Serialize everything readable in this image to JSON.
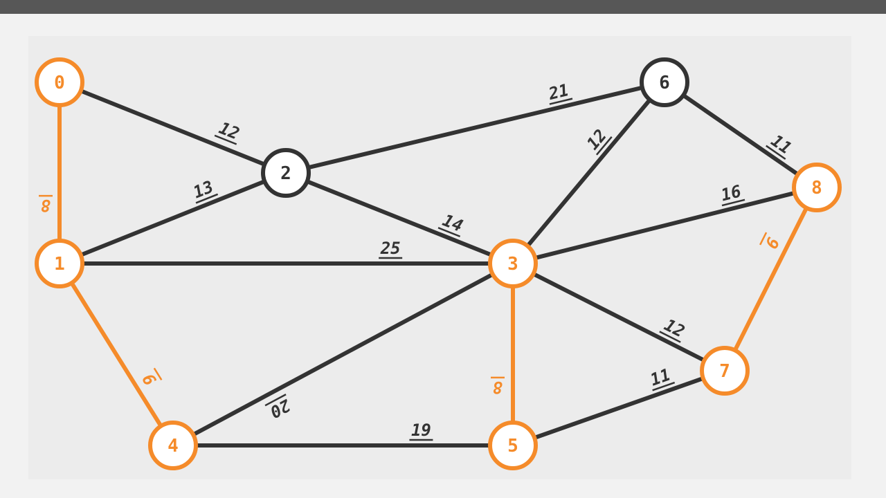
{
  "colors": {
    "highlight": "#f58b2a",
    "default": "#333333",
    "node_fill": "#ffffff",
    "canvas": "#ececec",
    "topbar": "#575757"
  },
  "graph": {
    "nodes": [
      {
        "id": "0",
        "label": "0",
        "highlighted": true
      },
      {
        "id": "1",
        "label": "1",
        "highlighted": true
      },
      {
        "id": "2",
        "label": "2",
        "highlighted": false
      },
      {
        "id": "3",
        "label": "3",
        "highlighted": true
      },
      {
        "id": "4",
        "label": "4",
        "highlighted": true
      },
      {
        "id": "5",
        "label": "5",
        "highlighted": true
      },
      {
        "id": "6",
        "label": "6",
        "highlighted": false
      },
      {
        "id": "7",
        "label": "7",
        "highlighted": true
      },
      {
        "id": "8",
        "label": "8",
        "highlighted": true
      }
    ],
    "edges": [
      {
        "from": "0",
        "to": "1",
        "weight": "8",
        "highlighted": true
      },
      {
        "from": "0",
        "to": "2",
        "weight": "12",
        "highlighted": false
      },
      {
        "from": "1",
        "to": "2",
        "weight": "13",
        "highlighted": false
      },
      {
        "from": "1",
        "to": "3",
        "weight": "25",
        "highlighted": false
      },
      {
        "from": "1",
        "to": "4",
        "weight": "9",
        "highlighted": true
      },
      {
        "from": "2",
        "to": "3",
        "weight": "14",
        "highlighted": false
      },
      {
        "from": "2",
        "to": "6",
        "weight": "21",
        "highlighted": false
      },
      {
        "from": "3",
        "to": "4",
        "weight": "20",
        "highlighted": false
      },
      {
        "from": "3",
        "to": "5",
        "weight": "8",
        "highlighted": true
      },
      {
        "from": "3",
        "to": "6",
        "weight": "12",
        "highlighted": false
      },
      {
        "from": "3",
        "to": "7",
        "weight": "12",
        "highlighted": false
      },
      {
        "from": "3",
        "to": "8",
        "weight": "16",
        "highlighted": false
      },
      {
        "from": "4",
        "to": "5",
        "weight": "19",
        "highlighted": false
      },
      {
        "from": "5",
        "to": "7",
        "weight": "11",
        "highlighted": false
      },
      {
        "from": "6",
        "to": "8",
        "weight": "11",
        "highlighted": false
      },
      {
        "from": "7",
        "to": "8",
        "weight": "9",
        "highlighted": true
      }
    ]
  }
}
